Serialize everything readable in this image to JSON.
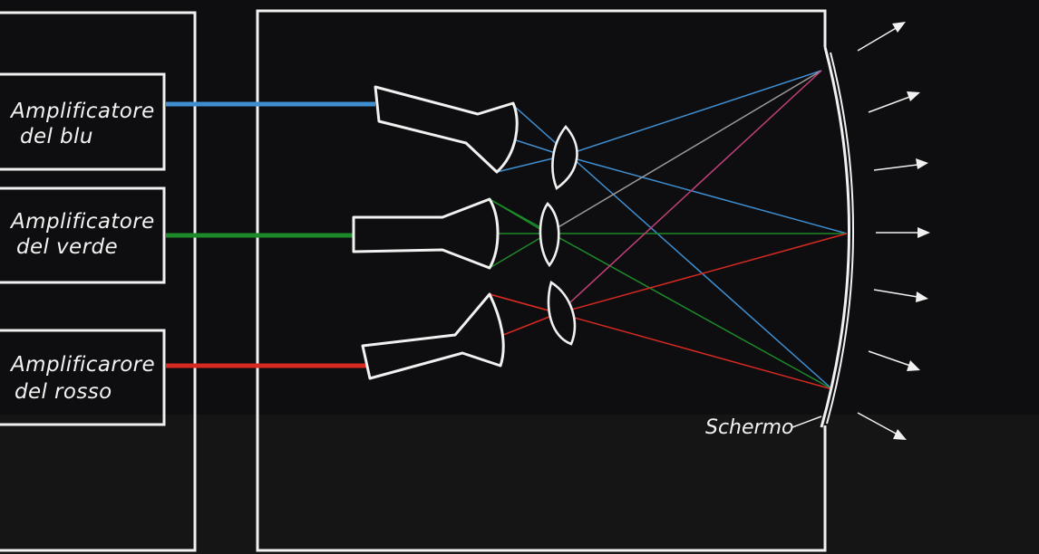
{
  "amplifiers": [
    {
      "line1": "Amplificatore",
      "line2": "del blu",
      "color": "#3e8ed0"
    },
    {
      "line1": "Amplificatore",
      "line2": "del verde",
      "color": "#1c8a2a"
    },
    {
      "line1": "Amplificarore",
      "line2": "del rosso",
      "color": "#d42a22"
    }
  ],
  "screen": {
    "label": "Schermo"
  },
  "colors": {
    "background": "#0e0d0f",
    "outline": "#f1f1f1",
    "blue": "#3e8ed0",
    "green": "#1c8a2a",
    "red": "#d42a22",
    "magenta": "#c0407a",
    "grey": "#9a9a9a"
  }
}
